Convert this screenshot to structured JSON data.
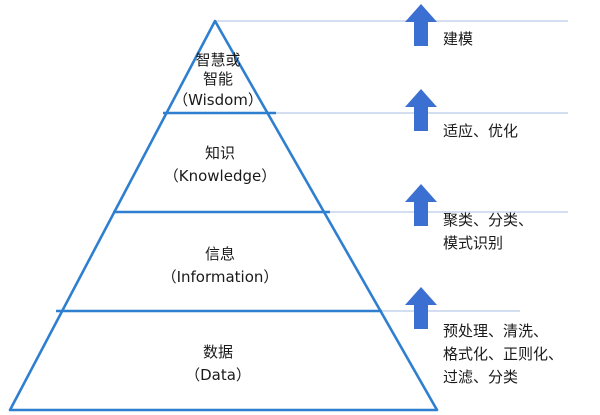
{
  "levels": [
    {
      "lines": [
        "智慧或",
        "智能",
        "（Wisdom）"
      ]
    },
    {
      "lines": [
        "知识",
        "（Knowledge）"
      ]
    },
    {
      "lines": [
        "信息",
        "（Information）"
      ]
    },
    {
      "lines": [
        "数据",
        "（Data）"
      ]
    }
  ],
  "transitions": [
    {
      "lines": [
        "建模"
      ]
    },
    {
      "lines": [
        "适应、优化"
      ]
    },
    {
      "lines": [
        "聚类、分类、",
        "模式识别"
      ]
    },
    {
      "lines": [
        "预处理、清洗、",
        "格式化、正则化、",
        "过滤、分类"
      ]
    }
  ],
  "colors": {
    "pyramid_stroke": "#2f7fd0",
    "guide_line": "#b9c9e6",
    "arrow_fill": "#3b6fd2",
    "text": "#1a1a1a"
  }
}
